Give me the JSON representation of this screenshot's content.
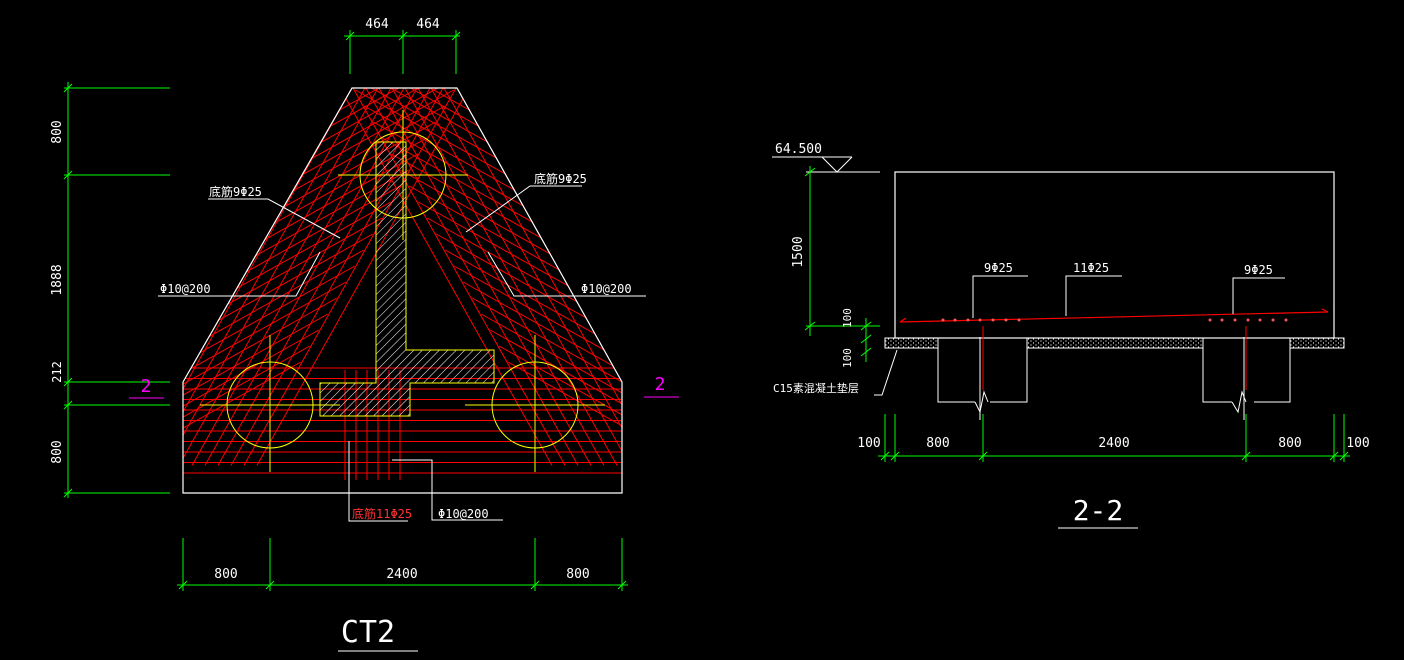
{
  "colors": {
    "background": "#000000",
    "outline": "#ffffff",
    "dimension": "#00ff00",
    "rebar": "#ff0000",
    "pile": "#ffff00",
    "section_mark": "#ff00ff"
  },
  "plan": {
    "title": "CT2",
    "top_dims": [
      "464",
      "464"
    ],
    "left_dims": [
      "800",
      "1888",
      "212",
      "800"
    ],
    "bottom_dims": [
      "800",
      "2400",
      "800"
    ],
    "labels": {
      "bottom_bar_left": "底筋9Φ25",
      "bottom_bar_right": "底筋9Φ25",
      "stirrup_left": "Φ10@200",
      "stirrup_right": "Φ10@200",
      "bottom_bar_center": "底筋11Φ25",
      "stirrup_bottom": "Φ10@200"
    },
    "section_marks": [
      "2",
      "2"
    ]
  },
  "section": {
    "title": "2-2",
    "elevation": "64.500",
    "height_dims": [
      "1500",
      "100",
      "100"
    ],
    "bottom_dims": [
      "100",
      "800",
      "2400",
      "800",
      "100"
    ],
    "labels": {
      "bar_left": "9Φ25",
      "bar_mid": "11Φ25",
      "bar_right": "9Φ25",
      "cushion": "C15素混凝土垫层"
    }
  }
}
